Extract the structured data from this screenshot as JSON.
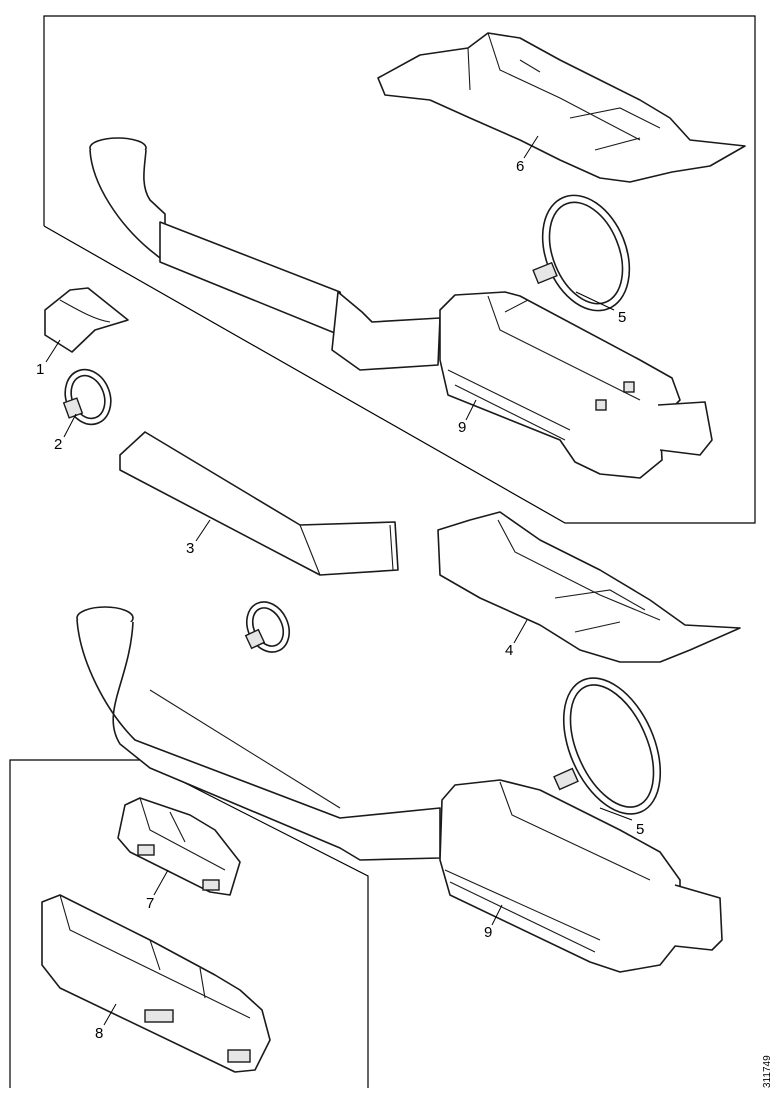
{
  "callouts": {
    "c1": "1",
    "c2": "2",
    "c3": "3",
    "c4": "4",
    "c5_top": "5",
    "c5_bottom": "5",
    "c6": "6",
    "c7": "7",
    "c8": "8",
    "c9_top": "9",
    "c9_bottom": "9"
  },
  "reference_code": "311749"
}
